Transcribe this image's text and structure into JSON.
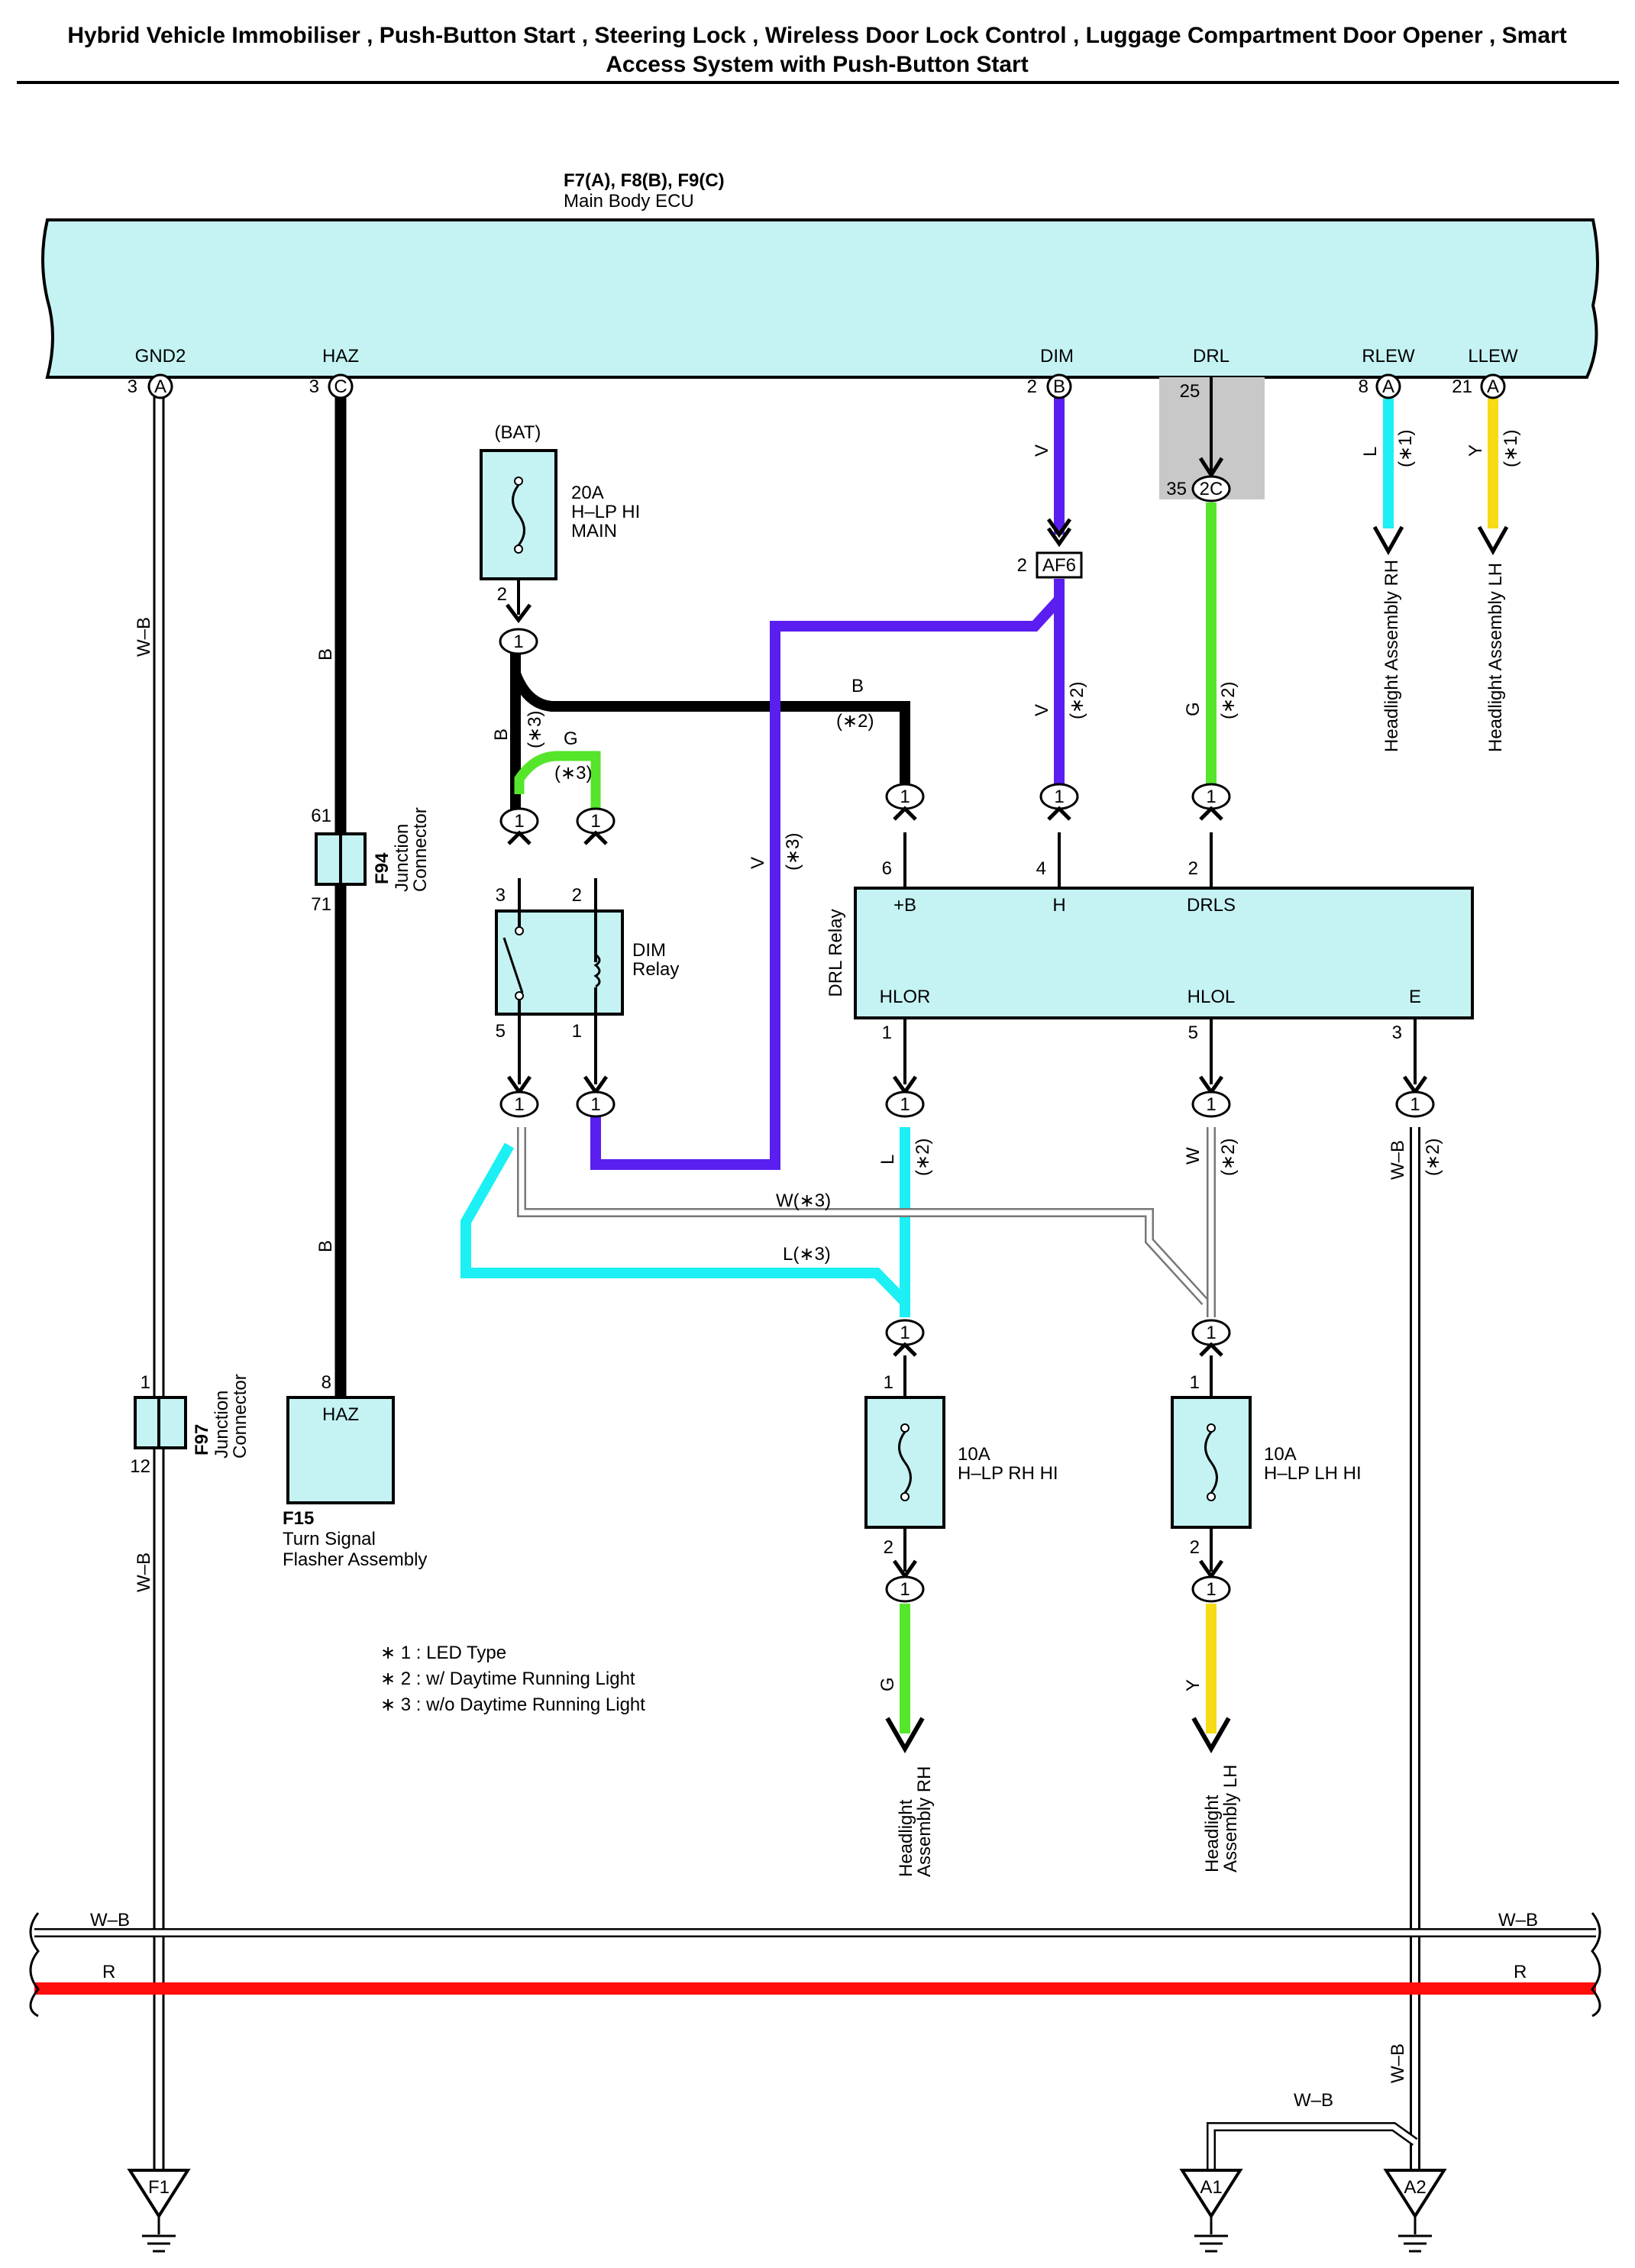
{
  "title": {
    "line1": "Hybrid Vehicle Immobiliser , Push-Button Start , Steering Lock , Wireless Door Lock Control , Luggage Compartment Door Opener , Smart",
    "line2": "Access System with Push-Button Start"
  },
  "ecu": {
    "code": "F7(A), F8(B), F9(C)",
    "name": "Main Body ECU",
    "pins": {
      "gnd2": {
        "label": "GND2",
        "pin": "3",
        "conn": "A"
      },
      "haz": {
        "label": "HAZ",
        "pin": "3",
        "conn": "C"
      },
      "dim": {
        "label": "DIM",
        "pin": "2",
        "conn": "B"
      },
      "drl": {
        "label": "DRL",
        "pin": "25"
      },
      "rlew": {
        "label": "RLEW",
        "pin": "8",
        "conn": "A"
      },
      "llew": {
        "label": "LLEW",
        "pin": "21",
        "conn": "A"
      }
    }
  },
  "drl_junction": {
    "pin": "35",
    "conn": "2C"
  },
  "af6": {
    "pin": "2",
    "label": "AF6"
  },
  "fuse_main": {
    "source": "(BAT)",
    "rating": "20A",
    "name1": "H–LP HI",
    "name2": "MAIN",
    "pin_out": "2"
  },
  "dim_relay": {
    "name1": "DIM",
    "name2": "Relay",
    "pin_3": "3",
    "pin_2": "2",
    "pin_5": "5",
    "pin_1": "1"
  },
  "drl_relay": {
    "name": "DRL Relay",
    "pin_b_label": "+B",
    "pin_b": "6",
    "pin_h_label": "H",
    "pin_h": "4",
    "pin_drls_label": "DRLS",
    "pin_drls": "2",
    "pin_hlor_label": "HLOR",
    "pin_hlor": "1",
    "pin_hlol_label": "HLOL",
    "pin_hlol": "5",
    "pin_e_label": "E",
    "pin_e": "3"
  },
  "fuse_rh": {
    "rating": "10A",
    "name": "H–LP RH HI",
    "pin_in": "1",
    "pin_out": "2"
  },
  "fuse_lh": {
    "rating": "10A",
    "name": "H–LP LH HI",
    "pin_in": "1",
    "pin_out": "2"
  },
  "f94": {
    "code": "F94",
    "name1": "Junction",
    "name2": "Connector",
    "pin_top": "61",
    "pin_bottom": "71"
  },
  "f97": {
    "code": "F97",
    "name1": "Junction",
    "name2": "Connector",
    "pin_top": "1",
    "pin_bottom": "12"
  },
  "f15": {
    "code": "F15",
    "name1": "Turn Signal",
    "name2": "Flasher Assembly",
    "pin": "8",
    "label": "HAZ"
  },
  "inline_connector_label": "1",
  "wires": {
    "wb": "W–B",
    "b": "B",
    "v": "V",
    "g": "G",
    "l": "L",
    "y": "Y",
    "w": "W",
    "r": "R",
    "w_star3": "W(∗3)",
    "l_star3": "L(∗3)",
    "star1": "(∗1)",
    "star2": "(∗2)",
    "star3": "(∗3)"
  },
  "destinations": {
    "hl_rh": "Headlight Assembly RH",
    "hl_lh": "Headlight Assembly LH",
    "hl_rh_1": "Headlight",
    "hl_rh_2": "Assembly RH",
    "hl_lh_1": "Headlight",
    "hl_lh_2": "Assembly LH"
  },
  "grounds": {
    "f1": "F1",
    "a1": "A1",
    "a2": "A2"
  },
  "notes": [
    "∗ 1 : LED Type",
    "∗ 2 : w/ Daytime Running Light",
    "∗ 3 : w/o Daytime Running Light"
  ],
  "colors": {
    "black": "#000000",
    "violet": "#5a1ef0",
    "green": "#55e52a",
    "cyan": "#1cf0f4",
    "yellow": "#f5dc14",
    "red": "#ff0d0d",
    "body_fill": "#c5f3f4",
    "grey_band": "#c8c8c8"
  }
}
